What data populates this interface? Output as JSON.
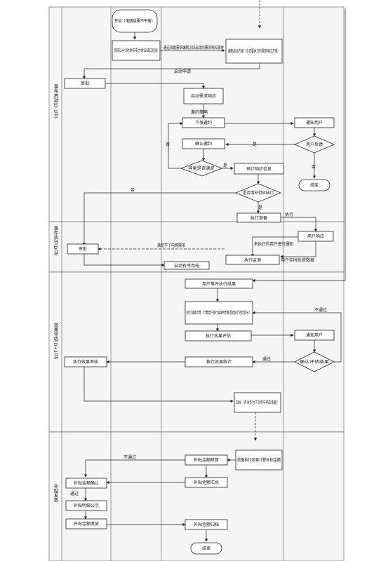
{
  "phases": [
    {
      "id": "p1",
      "label": "事件启动(D-1日)"
    },
    {
      "id": "p2",
      "label": "事件执行(D日)"
    },
    {
      "id": "p3",
      "label": "效果评估(D+1日)"
    },
    {
      "id": "p4",
      "label": "补贴发放"
    }
  ],
  "nodes": {
    "start": "开始（电网供需不平衡）",
    "publish_gap": "提前24小时发布电力供应缺口信息",
    "compile_plan": "编制启动方案（次日要执行的需求响应方案）",
    "approve1": "审批",
    "start_dr": "启动需求响应",
    "dispatch": "下发邀约",
    "confirm_invite": "确认邀约",
    "notify_user1": "通知用户",
    "user_feedback": "用户反馈",
    "meet_decision": "容量是否满足",
    "est_response": "预计响应信息",
    "gap_decision": "是否填补供应缺口",
    "end1": "结束",
    "exec_prepare": "执行准备",
    "user_response": "用户响应",
    "approve2": "审批",
    "exec_monitor": "执行监测",
    "orderly_power": "启动有序用电",
    "event_result": "用户事件执行结果",
    "eval_calc": "执行效果计算（计算用户执行结果并判断是否执行违约扣分）",
    "eval_assess": "执行效果评估",
    "notify_user2": "通知用户",
    "confirm_eval": "确认评估结果",
    "eval_stats": "执行效果统计",
    "eval_approve": "执行效果审核",
    "archive": "归档（评分作为下次参与响应依据）",
    "subsidy_calc": "依据执行效果计算补贴金额",
    "subsidy_check": "补贴金额核算",
    "subsidy_confirm": "补贴金额确认",
    "subsidy_summary": "补贴金额汇总",
    "subsidy_public": "补贴明细公示",
    "subsidy_pay": "补贴金额发放",
    "subsidy_archive": "补贴金额归档",
    "end2": "结束"
  },
  "edge_labels": {
    "via_release": "通过调度需求编制次日启动的需求响应事件",
    "start_apply": "启动申请",
    "invite_strategy": "邀约策略",
    "yes": "是",
    "no": "否",
    "execute": "执行",
    "not_met": "满足不了电网需求",
    "unexec_user": "未执行的用户进行通知",
    "user_load_data": "用户实时负荷数据",
    "pass": "通过",
    "fail": "不通过"
  }
}
